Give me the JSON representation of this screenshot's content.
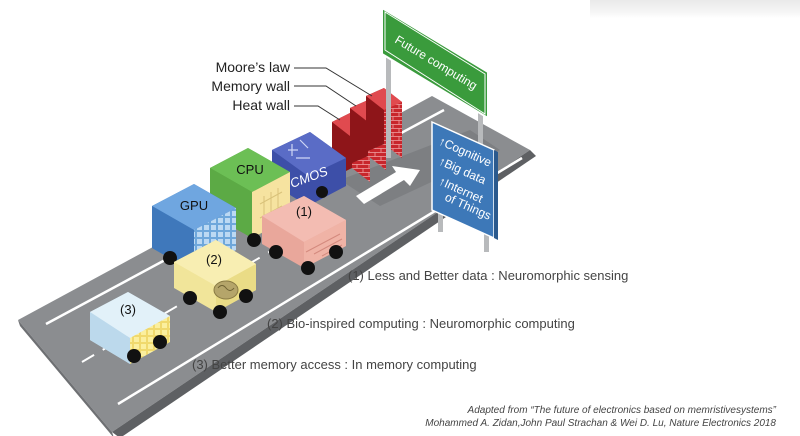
{
  "walls": {
    "moore": "Moore’s law",
    "memory": "Memory wall",
    "heat": "Heat wall"
  },
  "signs": {
    "future": "Future computing",
    "cognitive": "↑Cognitive",
    "bigdata": "↑Big data",
    "internet1": "↑Internet",
    "internet2": "of Things"
  },
  "boxes": {
    "gpu": "GPU",
    "cpu": "CPU",
    "cmos": "CMOS",
    "one": "(1)",
    "two": "(2)",
    "three": "(3)"
  },
  "captions": {
    "c1": "(1) Less and Better data : Neuromorphic sensing",
    "c2": "(2) Bio-inspired computing : Neuromorphic computing",
    "c3": "(3) Better memory access : In memory computing"
  },
  "credit": {
    "line1": "Adapted from “The future of electronics based on memristivesystems”",
    "line2": "Mohammed A. Zidan,John Paul Strachan & Wei D. Lu, Nature Electronics 2018"
  },
  "colors": {
    "road": "#8b8d90",
    "road_dark": "#6e7073",
    "green_sign": "#3a9b3c",
    "blue_sign": "#3d78b8",
    "brick": "#c8262c"
  }
}
